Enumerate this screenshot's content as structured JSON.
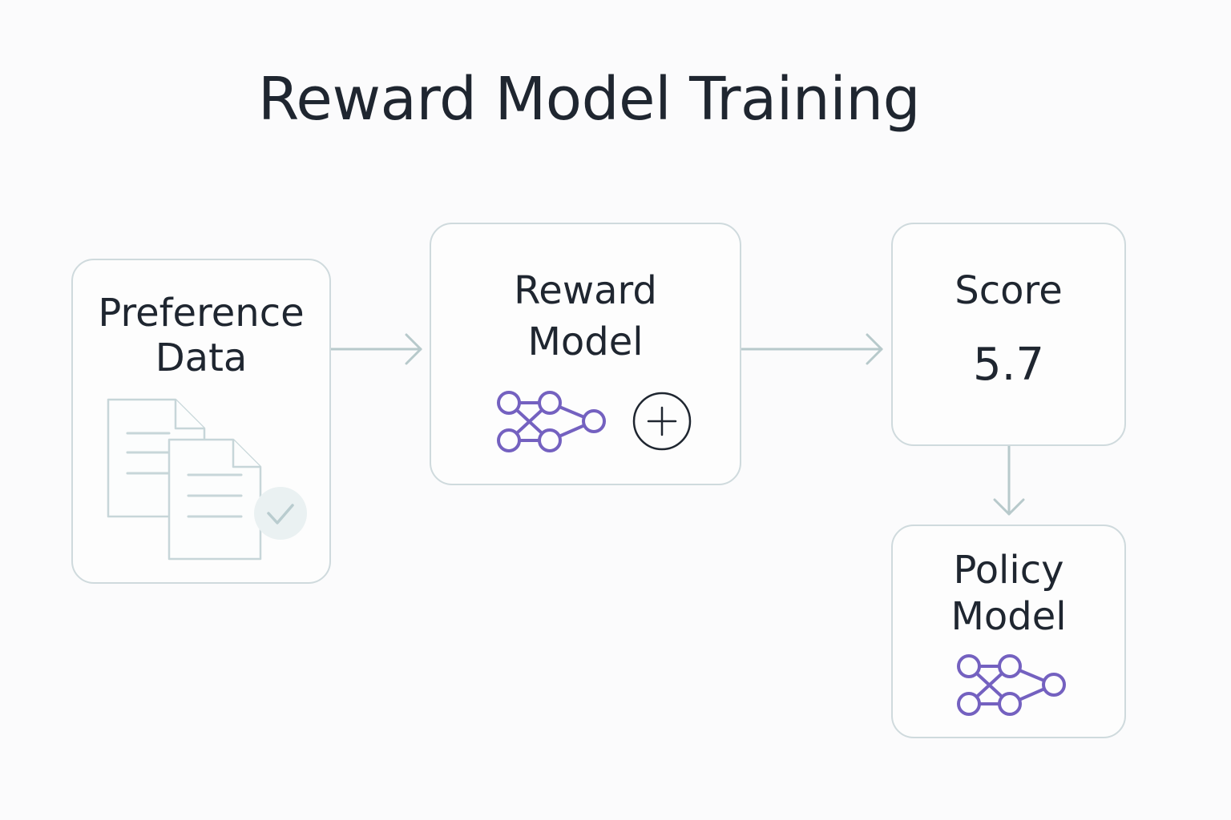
{
  "title": "Reward Model Training",
  "nodes": {
    "preference_data": {
      "label_line1": "Preference",
      "label_line2": "Data",
      "icon": "documents-check-icon"
    },
    "reward_model": {
      "label_line1": "Reward",
      "label_line2": "Model",
      "icons": [
        "neural-network-icon",
        "plus-circle-icon"
      ]
    },
    "score": {
      "label": "Score",
      "value": "5.7"
    },
    "policy_model": {
      "label_line1": "Policy",
      "label_line2": "Model",
      "icon": "neural-network-icon"
    }
  },
  "edges": [
    {
      "from": "preference_data",
      "to": "reward_model"
    },
    {
      "from": "reward_model",
      "to": "score"
    },
    {
      "from": "score",
      "to": "policy_model"
    }
  ],
  "colors": {
    "accent": "#7461c0",
    "connector": "#b7c9cb",
    "border": "#cfdadd",
    "text": "#1f2630"
  }
}
